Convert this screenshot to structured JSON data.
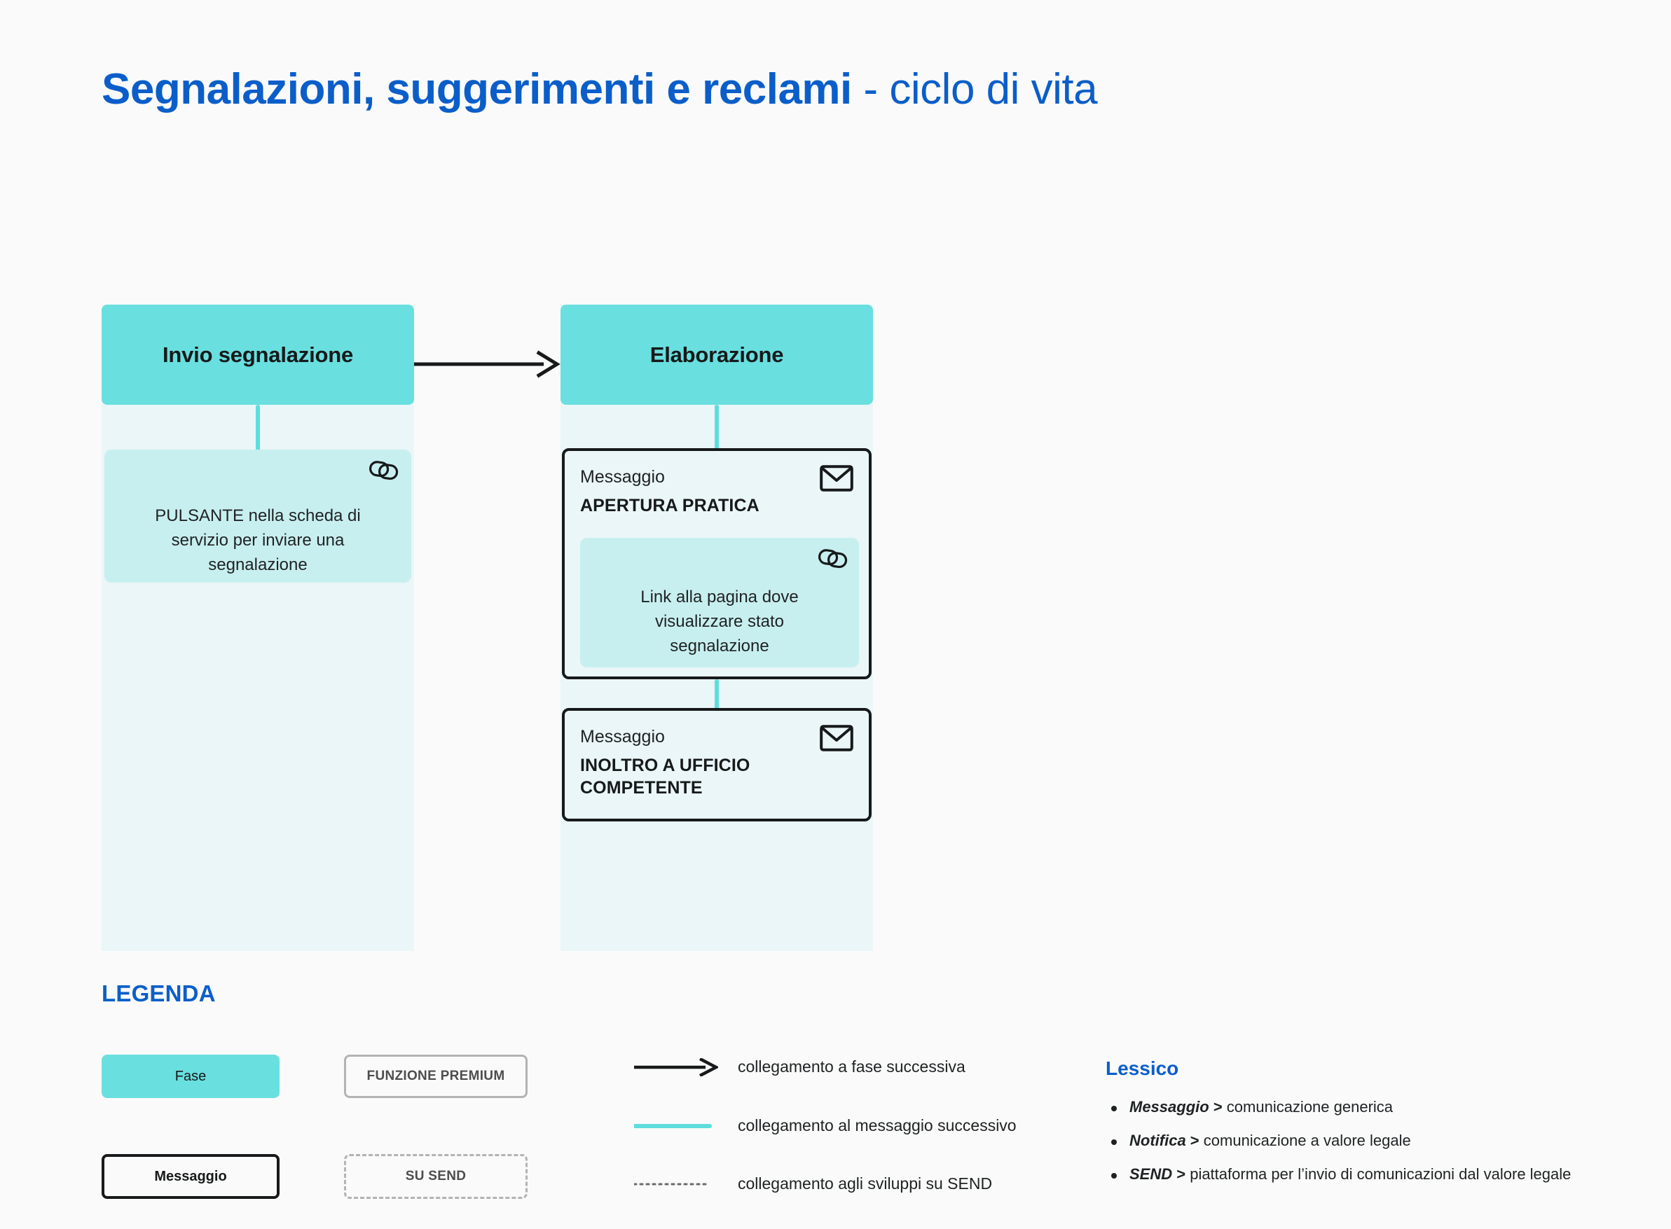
{
  "title": {
    "strong": "Segnalazioni, suggerimenti e reclami",
    "light": " - ciclo di vita"
  },
  "colors": {
    "brand_blue": "#0B5EC9",
    "phase_header": "#69DFDF",
    "phase_body": "#EAF6F8",
    "card_soft": "#C8EFEF",
    "connector": "#5FDDDD",
    "outline": "#17191A",
    "muted_border": "#B3B3B3",
    "page_bg": "#FAFAFA"
  },
  "flow": {
    "phases": [
      {
        "id": "invio-segnalazione",
        "label": "Invio segnalazione",
        "cards": [
          {
            "type": "soft",
            "icon": "link-icon",
            "text": "PULSANTE nella scheda di servizio per inviare una segnalazione"
          }
        ]
      },
      {
        "id": "elaborazione",
        "label": "Elaborazione",
        "cards": [
          {
            "type": "message",
            "icon": "envelope-icon",
            "kicker": "Messaggio",
            "title": "APERTURA PRATICA",
            "nested": {
              "type": "soft",
              "icon": "link-icon",
              "text": "Link alla pagina dove visualizzare stato segnalazione"
            }
          },
          {
            "type": "message",
            "icon": "envelope-icon",
            "kicker": "Messaggio",
            "title": "INOLTRO A UFFICIO COMPETENTE"
          }
        ]
      }
    ]
  },
  "legend": {
    "heading": "LEGENDA",
    "swatches": [
      {
        "id": "fase",
        "label": "Fase"
      },
      {
        "id": "funzione-premium",
        "label": "FUNZIONE PREMIUM"
      },
      {
        "id": "messaggio",
        "label": "Messaggio"
      },
      {
        "id": "su-send",
        "label": "SU SEND"
      }
    ],
    "lines": [
      {
        "id": "arrow",
        "glyph": "arrow-right-icon",
        "label": "collegamento a fase successiva"
      },
      {
        "id": "cyan-line",
        "glyph": "solid-cyan-line-icon",
        "label": "collegamento al messaggio successivo"
      },
      {
        "id": "dotted-line",
        "glyph": "dotted-line-icon",
        "label": "collegamento agli sviluppi su SEND"
      }
    ]
  },
  "lessico": {
    "heading": "Lessico",
    "items": [
      {
        "term": "Messaggio",
        "sep": " > ",
        "definition": "comunicazione generica"
      },
      {
        "term": "Notifica",
        "sep": " > ",
        "definition": "comunicazione a valore legale"
      },
      {
        "term": "SEND",
        "sep": " > ",
        "definition": "piattaforma per  l’invio di comunicazioni dal valore legale"
      }
    ]
  }
}
